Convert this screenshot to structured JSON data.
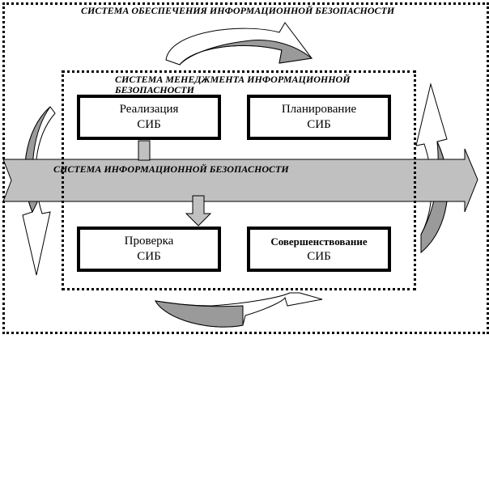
{
  "frames": {
    "outer_title": "СИСТЕМА ОБЕСПЕЧЕНИЯ ИНФОРМАЦИОННОЙ БЕЗОПАСНОСТИ",
    "inner_title": "СИСТЕМА МЕНЕДЖМЕНТА ИНФОРМАЦИОННОЙ БЕЗОПАСНОСТИ",
    "band_title": "СИСТЕМА ИНФОРМАЦИОННОЙ БЕЗОПАСНОСТИ"
  },
  "boxes": {
    "implementation": {
      "line1": "Реализация",
      "line2": "СИБ"
    },
    "planning": {
      "line1": "Планирование",
      "line2": "СИБ"
    },
    "check": {
      "line1": "Проверка",
      "line2": "СИБ"
    },
    "improvement": {
      "line1": "Совершенствование",
      "line2": "СИБ"
    }
  },
  "colors": {
    "arrow_fill": "#c0c0c0",
    "arrow_dark": "#9a9a9a",
    "border": "#000000"
  }
}
